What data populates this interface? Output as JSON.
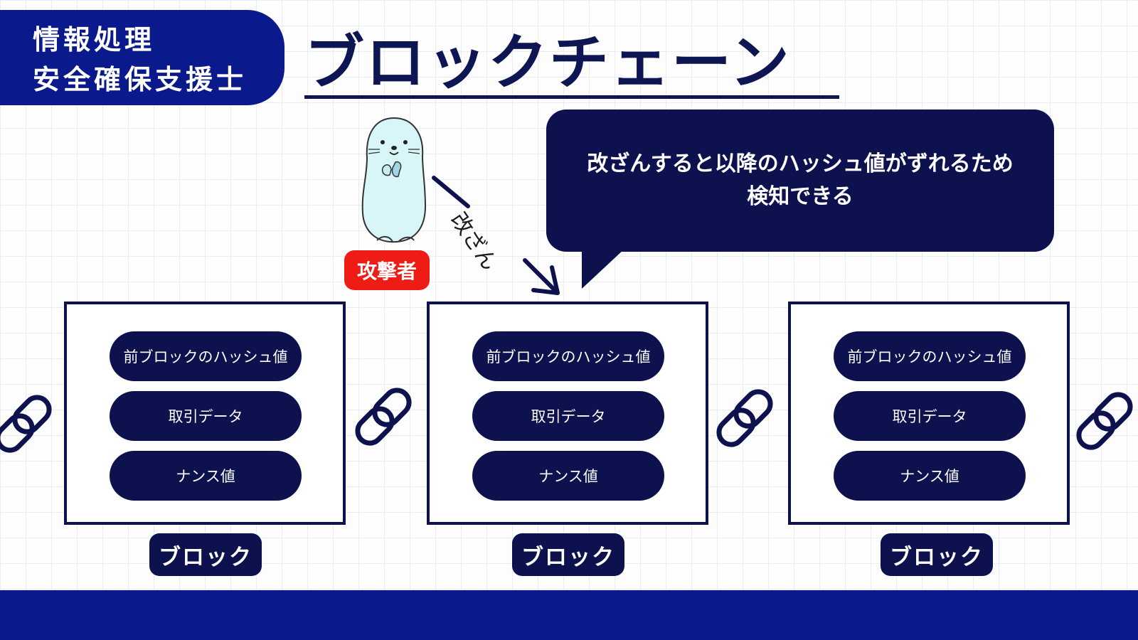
{
  "header": {
    "badge_line1": "情報処理",
    "badge_line2": "安全確保支援士",
    "title": "ブロックチェーン"
  },
  "callout": {
    "line1": "改ざんすると以降のハッシュ値がずれるため",
    "line2": "検知できる"
  },
  "attacker": {
    "label": "攻撃者"
  },
  "tamper": {
    "label": "改ざん"
  },
  "blocks": [
    {
      "fields": [
        "前ブロックのハッシュ値",
        "取引データ",
        "ナンス値"
      ],
      "label": "ブロック"
    },
    {
      "fields": [
        "前ブロックのハッシュ値",
        "取引データ",
        "ナンス値"
      ],
      "label": "ブロック"
    },
    {
      "fields": [
        "前ブロックのハッシュ値",
        "取引データ",
        "ナンス値"
      ],
      "label": "ブロック"
    }
  ],
  "colors": {
    "navy": "#0d124e",
    "royal_blue": "#0a1a8c",
    "attacker_red": "#ee1c15",
    "mascot_body": "#d8f6f8"
  },
  "icons": [
    "chain-link-icon",
    "seal-mascot-icon",
    "arrow-icon"
  ]
}
